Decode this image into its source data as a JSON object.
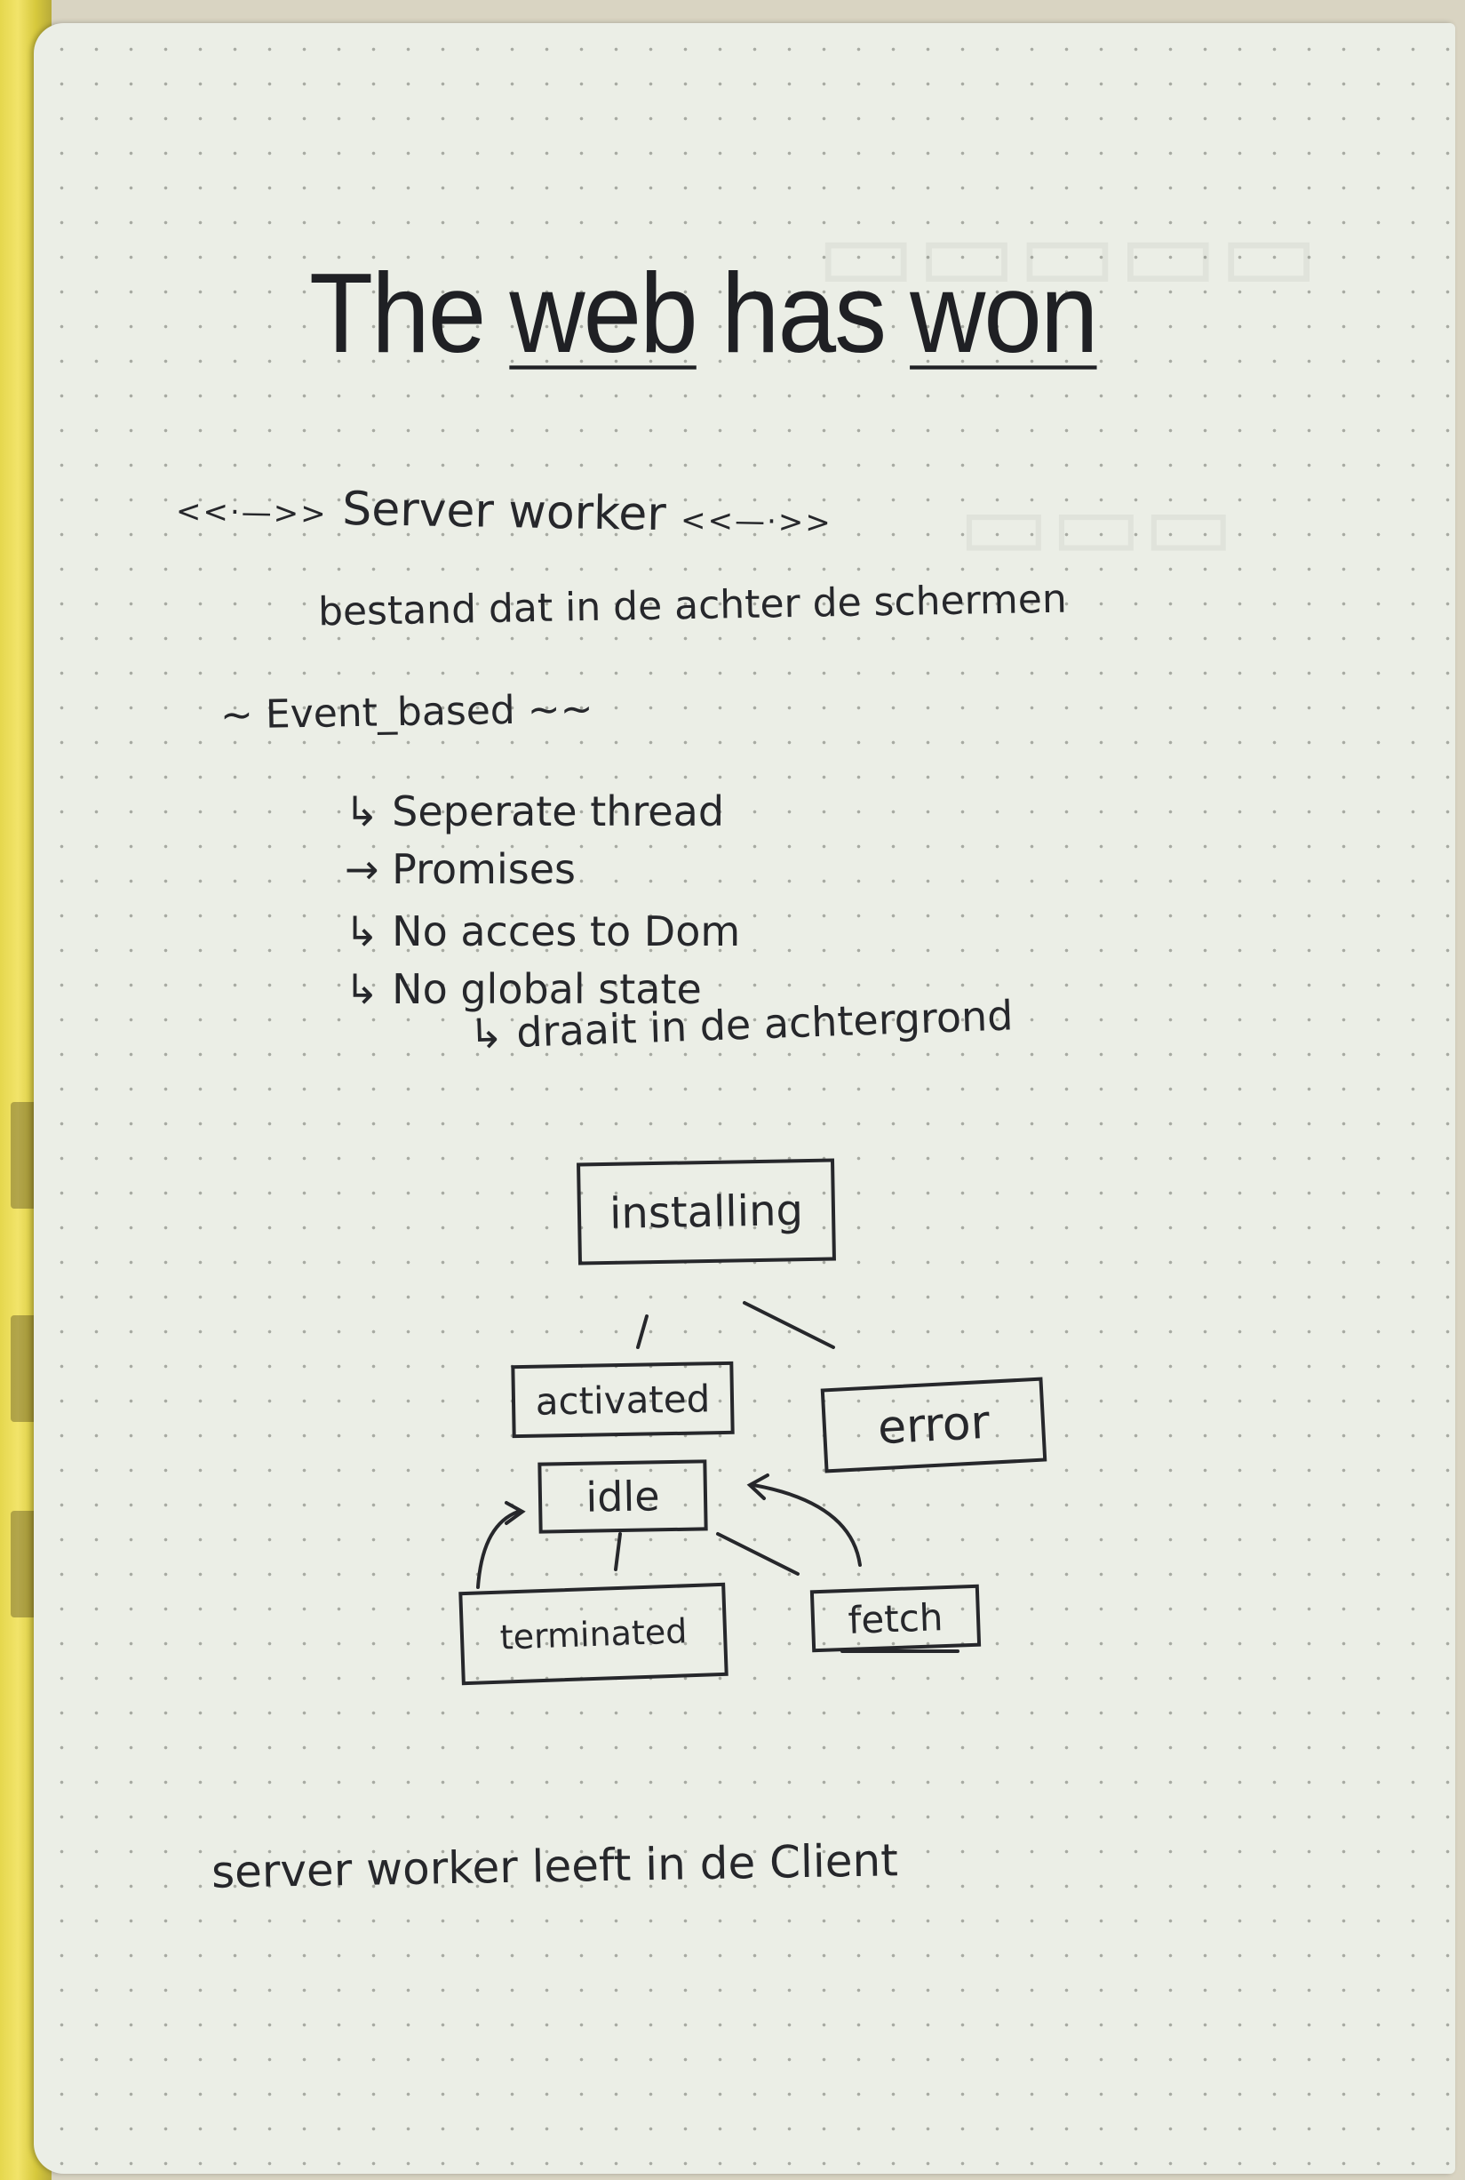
{
  "title": {
    "part1": "The",
    "part2": "web",
    "part3": "has",
    "part4": "won"
  },
  "heading": {
    "left_deco": "<<·—>>",
    "text": "Server worker",
    "right_deco": "<<—·>>"
  },
  "description": "bestand dat in de achter de schermen",
  "event_based": {
    "left_deco": "~",
    "text": "Event_based",
    "right_deco": "~~"
  },
  "bullets": [
    {
      "marker": "↳",
      "text": "Seperate thread"
    },
    {
      "marker": "→",
      "text": "Promises"
    },
    {
      "marker": "↳",
      "text": "No acces to Dom"
    },
    {
      "marker": "↳",
      "text": "No global state"
    }
  ],
  "sub_bullet": {
    "marker": "↳",
    "text": "draait in de achtergrond"
  },
  "diagram": {
    "nodes": {
      "installing": "installing",
      "activated": "activated",
      "error": "error",
      "idle": "idle",
      "terminated": "terminated",
      "fetch": "fetch"
    }
  },
  "footer_note": "server worker leeft in de Client",
  "colors": {
    "ink": "#26272b",
    "paper": "#ebeee6",
    "dots": "#a7aaa2",
    "page_edge": "#e5d74d"
  }
}
